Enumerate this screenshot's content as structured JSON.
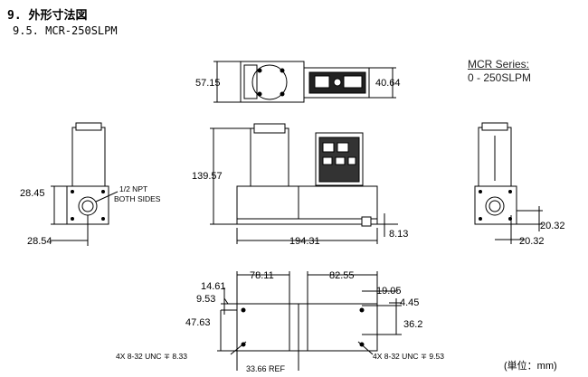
{
  "header": {
    "section_title": "9. 外形寸法図",
    "subsection_title": "9.5. MCR-250SLPM"
  },
  "series": {
    "name": "MCR Series:",
    "range": "0 - 250SLPM"
  },
  "dimensions": {
    "top_depth": "57.15",
    "top_display_depth": "40.64",
    "height": "139.57",
    "width": "194.31",
    "foot": "8.13",
    "side_port_height": "28.45",
    "side_port_bottom": "28.54",
    "right_port_height": "20.32",
    "right_port_offset": "20.32",
    "b_left_offset": "78.11",
    "b_right_offset": "82.55",
    "b_14": "14.61",
    "b_953": "9.53",
    "b_4763": "47.63",
    "b_1905": "19.05",
    "b_445": "4.45",
    "b_362": "36.2",
    "b_3366": "33.66 REF"
  },
  "notes": {
    "npt": "1/2 NPT",
    "both_sides": "BOTH SIDES",
    "thread_left": "4X 8-32 UNC ∓ 8.33",
    "thread_right": "4X 8-32 UNC ∓ 9.53"
  },
  "footer": {
    "unit": "(単位：mm)"
  }
}
